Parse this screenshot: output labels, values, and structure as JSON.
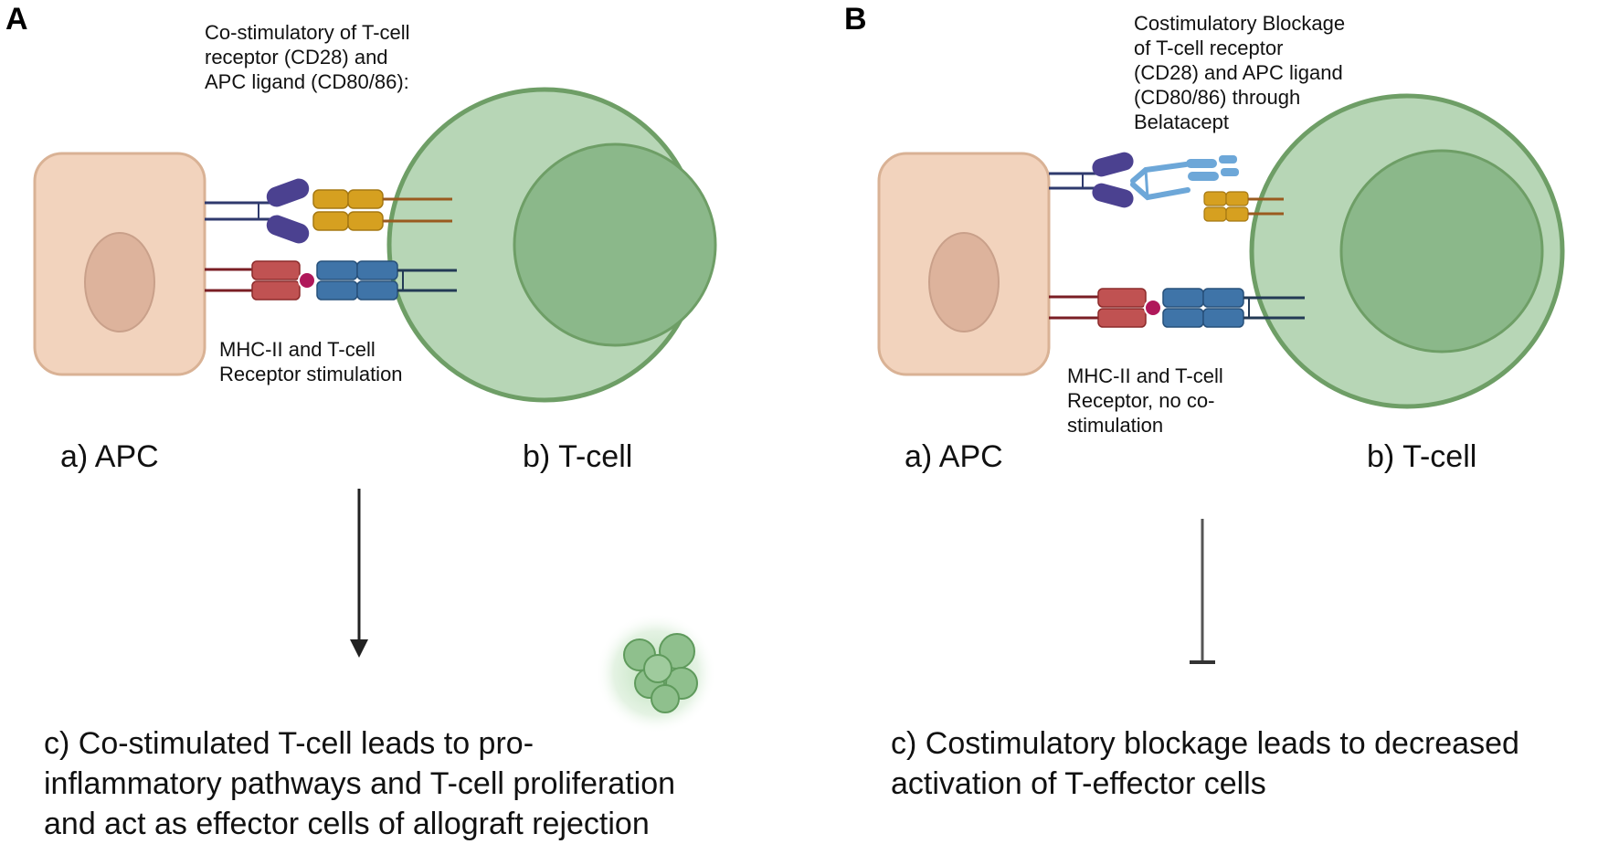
{
  "panel_a": {
    "letter": "A",
    "costim_label": [
      "Co-stimulatory of T-cell",
      "receptor (CD28) and",
      "APC ligand (CD80/86):"
    ],
    "mhc_label": [
      "MHC-II and T-cell",
      "Receptor stimulation"
    ],
    "apc_label": "a) APC",
    "tcell_label": "b) T-cell",
    "outcome": [
      "c) Co-stimulated T-cell leads to pro-",
      "inflammatory pathways and T-cell proliferation",
      "and act as effector cells of allograft rejection"
    ]
  },
  "panel_b": {
    "letter": "B",
    "blockage_label": [
      "Costimulatory Blockage",
      "of T-cell receptor",
      "(CD28) and APC ligand",
      "(CD80/86) through",
      "Belatacept"
    ],
    "mhc_label": [
      "MHC-II and T-cell",
      "Receptor, no co-",
      "stimulation"
    ],
    "apc_label": "a) APC",
    "tcell_label": "b) T-cell",
    "outcome": [
      "c) Costimulatory blockage leads to decreased",
      "activation of T-effector cells"
    ]
  },
  "colors": {
    "apc_fill": "#f2d3bd",
    "apc_stroke": "#d9b295",
    "apc_nucleus": "#ddb39c",
    "tcell_outer": "#b7d6b6",
    "tcell_stroke": "#6e9e66",
    "tcell_inner": "#8bb88a",
    "cd80": "#4b4190",
    "cd28": "#d6a020",
    "mhc": "#c05252",
    "tcr": "#3f74a8",
    "peptide": "#b0185a",
    "belatacept": "#6da7d8"
  }
}
